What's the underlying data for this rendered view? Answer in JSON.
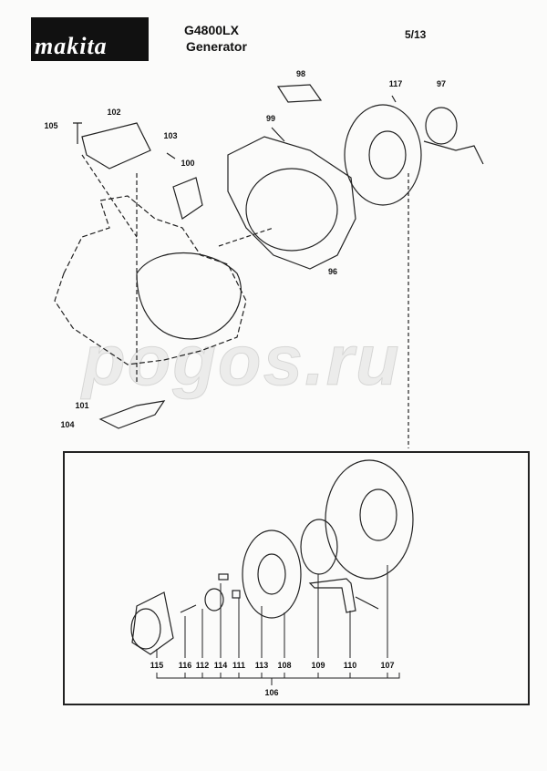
{
  "header": {
    "brand": "makita",
    "model": "G4800LX",
    "product": "Generator",
    "page": "5/13"
  },
  "watermark": "pogos.ru",
  "upper_labels": {
    "p98": "98",
    "p117": "117",
    "p97": "97",
    "p99": "99",
    "p102": "102",
    "p105": "105",
    "p103": "103",
    "p100": "100",
    "p96": "96",
    "p101": "101",
    "p104": "104"
  },
  "assembly": {
    "parts": [
      "115",
      "116",
      "112",
      "114",
      "111",
      "113",
      "108",
      "109",
      "110",
      "107"
    ],
    "assembly_number": "106"
  }
}
